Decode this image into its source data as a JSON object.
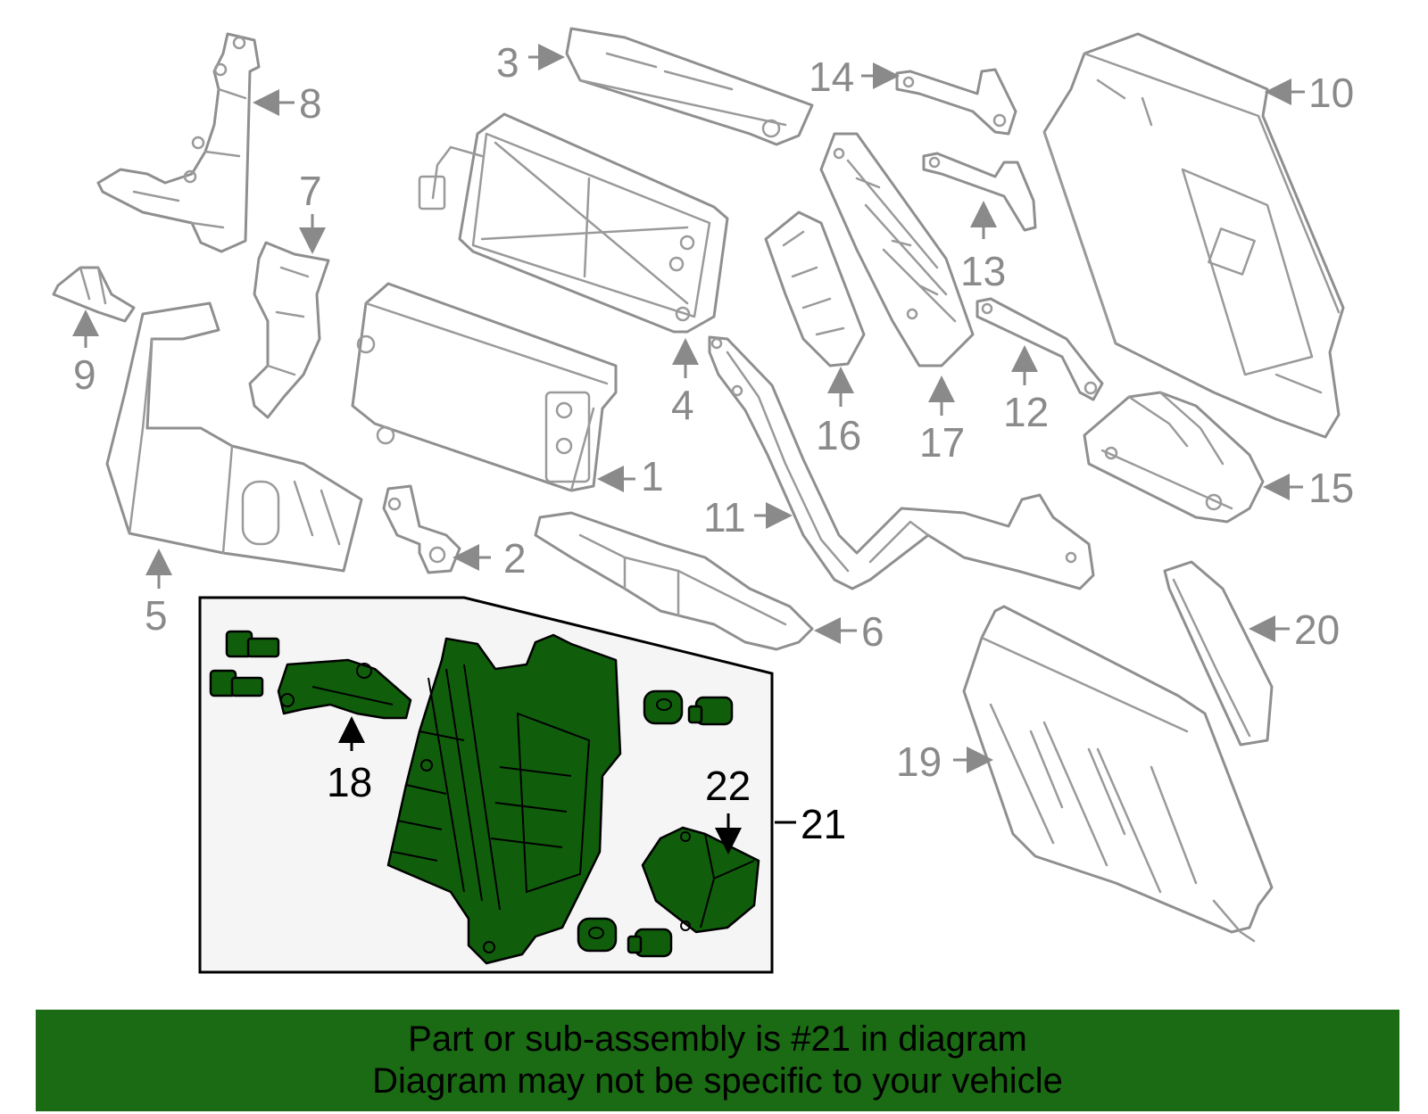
{
  "callouts": {
    "c1": "1",
    "c2": "2",
    "c3": "3",
    "c4": "4",
    "c5": "5",
    "c6": "6",
    "c7": "7",
    "c8": "8",
    "c9": "9",
    "c10": "10",
    "c11": "11",
    "c12": "12",
    "c13": "13",
    "c14": "14",
    "c15": "15",
    "c16": "16",
    "c17": "17",
    "c18": "18",
    "c19": "19",
    "c20": "20",
    "c21": "21",
    "c22": "22"
  },
  "highlight": {
    "assembly_number": "21",
    "color": "#105e0c"
  },
  "banner": {
    "line1": "Part or sub-assembly is #21 in diagram",
    "line2": "Diagram may not be specific to your vehicle",
    "background": "#1b6a14"
  }
}
